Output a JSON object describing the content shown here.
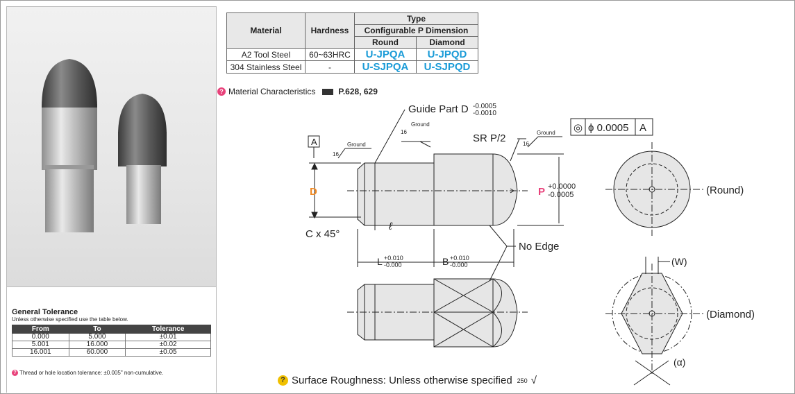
{
  "spec_table": {
    "header_material": "Material",
    "header_hardness": "Hardness",
    "header_type": "Type",
    "header_config": "Configurable P Dimension",
    "header_round": "Round",
    "header_diamond": "Diamond",
    "rows": [
      {
        "material": "A2 Tool Steel",
        "hardness": "60~63HRC",
        "round": "U-JPQA",
        "diamond": "U-JPQD"
      },
      {
        "material": "304 Stainless Steel",
        "hardness": "-",
        "round": "U-SJPQA",
        "diamond": "U-SJPQD"
      }
    ],
    "code_color": "#1a9bd7"
  },
  "material_note": {
    "text": "Material Characteristics",
    "page_ref": "P.628, 629"
  },
  "drawing": {
    "guide_part": "Guide Part D",
    "guide_tol_upper": "-0.0005",
    "guide_tol_lower": "-0.0010",
    "ground": "Ground",
    "roughness_16": "16",
    "datum": "A",
    "sr": "SR P/2",
    "fcf_symbol": "◎",
    "fcf_value": "ϕ 0.0005",
    "fcf_datum": "A",
    "d_label": "D",
    "d_color": "#f08a24",
    "p_label": "P",
    "p_color": "#e8417a",
    "p_tol_upper": "+0.0000",
    "p_tol_lower": "-0.0005",
    "chamfer": "C x 45°",
    "ell": "ℓ",
    "l_label": "L",
    "l_tol_upper": "+0.010",
    "l_tol_lower": "-0.000",
    "b_label": "B",
    "b_tol_upper": "+0.010",
    "b_tol_lower": "-0.000",
    "no_edge": "No Edge",
    "round_label": "(Round)",
    "diamond_label": "(Diamond)",
    "w_label": "(W)",
    "alpha_label": "(α)"
  },
  "tolerance": {
    "title": "General Tolerance",
    "subtitle": "Unless otherwise specified use the table below.",
    "headers": [
      "From",
      "To",
      "Tolerance"
    ],
    "rows": [
      [
        "0.000",
        "5.000",
        "±0.01"
      ],
      [
        "5.001",
        "16.000",
        "±0.02"
      ],
      [
        "16.001",
        "60.000",
        "±0.05"
      ]
    ],
    "thread_note": "Thread or hole location tolerance: ±0.005\" non-cumulative."
  },
  "surface": {
    "text": "Surface Roughness: Unless otherwise specified",
    "value": "250"
  }
}
